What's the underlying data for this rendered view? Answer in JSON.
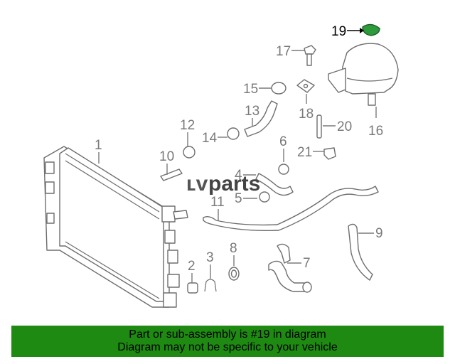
{
  "diagram": {
    "callouts": [
      {
        "id": "1",
        "label": "1"
      },
      {
        "id": "2",
        "label": "2"
      },
      {
        "id": "3",
        "label": "3"
      },
      {
        "id": "4",
        "label": "4"
      },
      {
        "id": "5",
        "label": "5"
      },
      {
        "id": "6",
        "label": "6"
      },
      {
        "id": "7",
        "label": "7"
      },
      {
        "id": "8",
        "label": "8"
      },
      {
        "id": "9",
        "label": "9"
      },
      {
        "id": "10",
        "label": "10"
      },
      {
        "id": "11",
        "label": "11"
      },
      {
        "id": "12",
        "label": "12"
      },
      {
        "id": "13",
        "label": "13"
      },
      {
        "id": "14",
        "label": "14"
      },
      {
        "id": "15",
        "label": "15"
      },
      {
        "id": "16",
        "label": "16"
      },
      {
        "id": "17",
        "label": "17"
      },
      {
        "id": "18",
        "label": "18"
      },
      {
        "id": "19",
        "label": "19"
      },
      {
        "id": "20",
        "label": "20"
      },
      {
        "id": "21",
        "label": "21"
      }
    ],
    "highlighted_part": "19",
    "highlight_color": "#2d9a3c",
    "watermark": {
      "prefix": "ʟv",
      "suffix": "parts"
    }
  },
  "banner": {
    "line1": "Part or sub-assembly is #19 in diagram",
    "line2": "Diagram may not be specific to your vehicle",
    "background": "#1e8a12"
  }
}
